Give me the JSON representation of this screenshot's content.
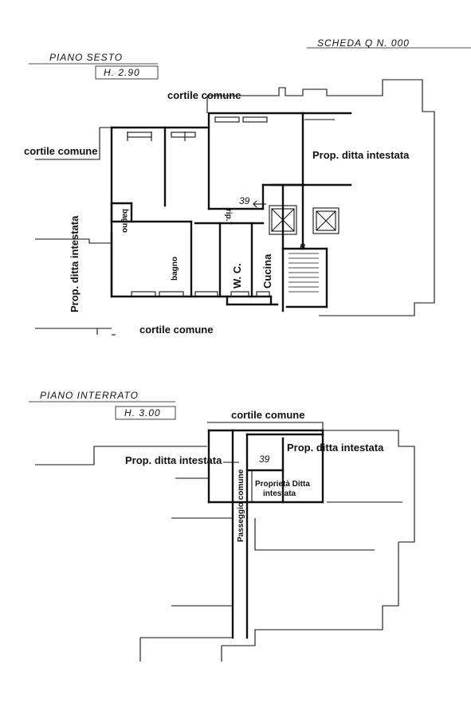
{
  "header": {
    "scheda": "SCHEDA Q N. 000"
  },
  "floor_upper": {
    "title": "PIANO SESTO",
    "height": "H. 2.90",
    "labels": {
      "courtyard_top": "cortile comune",
      "courtyard_left": "cortile comune",
      "courtyard_bottom": "cortile comune",
      "property_right": "Prop. ditta intestata",
      "property_left": "Prop. ditta intestata",
      "unit_number": "39",
      "storage": "rip.",
      "stair": "B",
      "bath_1": "bagno",
      "bath_2": "bagno",
      "wc": "W. C.",
      "kitchen": "Cucina"
    }
  },
  "floor_lower": {
    "title": "PIANO INTERRATO",
    "height": "H. 3.00",
    "labels": {
      "courtyard_top": "cortile comune",
      "property_left": "Prop. ditta intestata",
      "property_right": "Prop. ditta intestata",
      "unit_number": "39",
      "corridor": "Passeggio comune",
      "owner_line_1": "Proprietà Ditta",
      "owner_line_2": "intestata"
    }
  }
}
